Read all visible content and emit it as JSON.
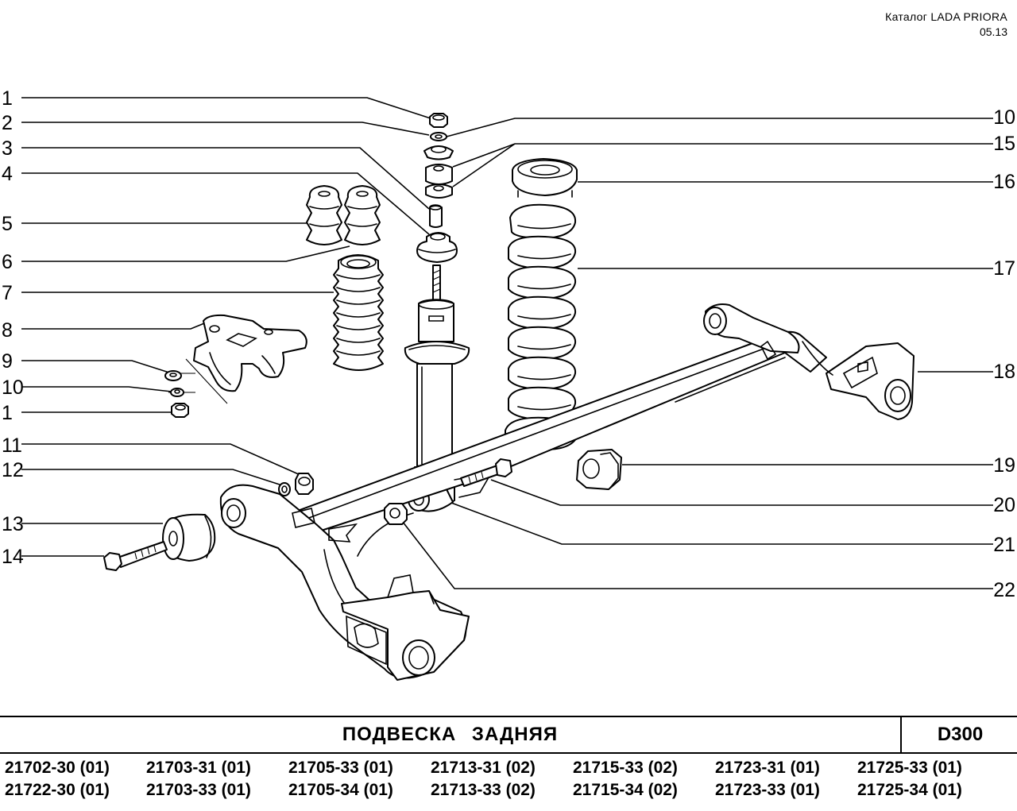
{
  "header": {
    "catalog_name": "Каталог  LADA  PRIORA",
    "catalog_date": "05.13"
  },
  "callouts_left": [
    "1",
    "2",
    "3",
    "4",
    "5",
    "6",
    "7",
    "8",
    "9",
    "10",
    "1",
    "11",
    "12",
    "13",
    "14"
  ],
  "callouts_right": [
    "10",
    "15",
    "16",
    "17",
    "18",
    "19",
    "20",
    "21",
    "22"
  ],
  "footer": {
    "title": "ПОДВЕСКА   ЗАДНЯЯ",
    "code": "D300",
    "models": [
      [
        "21702-30 (01)",
        "21703-31 (01)",
        "21705-33 (01)",
        "21713-31 (02)",
        "21715-33 (02)",
        "21723-31 (01)",
        "21725-33 (01)"
      ],
      [
        "21722-30 (01)",
        "21703-33 (01)",
        "21705-34 (01)",
        "21713-33 (02)",
        "21715-34 (02)",
        "21723-33 (01)",
        "21725-34 (01)"
      ]
    ]
  }
}
